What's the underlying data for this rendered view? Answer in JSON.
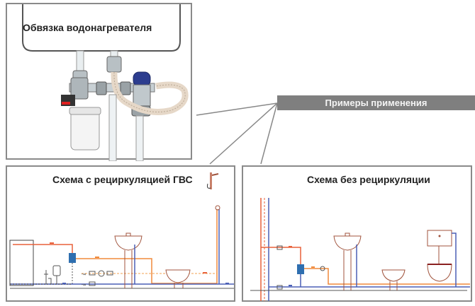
{
  "heater_panel": {
    "title": "Обвязка водонагревателя"
  },
  "banner": {
    "label": "Примеры применения"
  },
  "recirc_panel": {
    "title": "Схема с рециркуляцией ГВС"
  },
  "norecirc_panel": {
    "title": "Схема без рециркуляции"
  },
  "colors": {
    "hot_pipe": "#e8603a",
    "mixed_pipe": "#f08a3c",
    "cold_pipe": "#4a5fb5",
    "banner_bg": "#7f7f7f",
    "frame": "#8a8a8a",
    "fixture_outline": "#a0533c"
  }
}
